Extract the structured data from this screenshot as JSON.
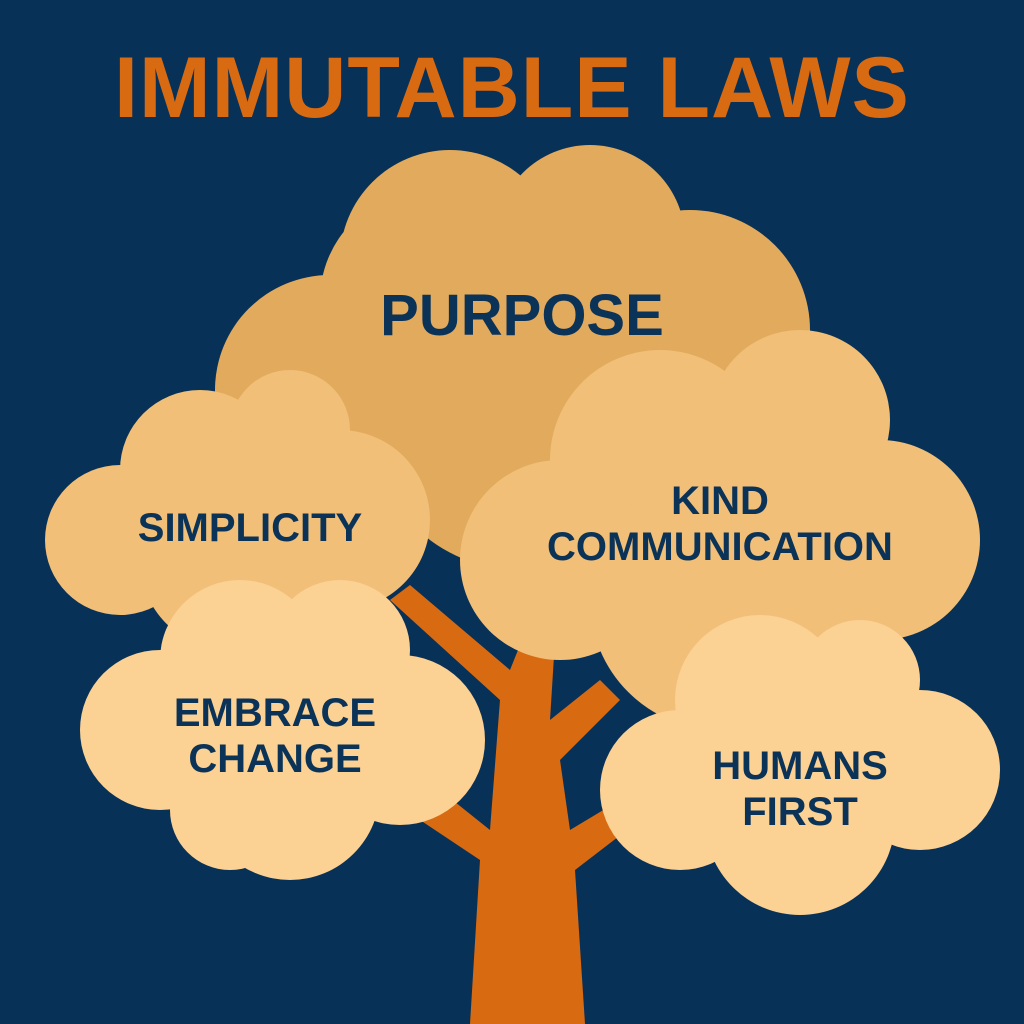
{
  "title": "IMMUTABLE LAWS",
  "colors": {
    "background": "#083158",
    "title": "#d86a12",
    "trunk": "#d86a12",
    "cloud_purpose": "#e2aa5c",
    "cloud_mid": "#f1bf78",
    "cloud_light": "#fbd194",
    "text": "#0b3358"
  },
  "clouds": [
    {
      "id": "purpose",
      "lines": [
        "PURPOSE"
      ]
    },
    {
      "id": "simplicity",
      "lines": [
        "SIMPLICITY"
      ]
    },
    {
      "id": "kind-communication",
      "lines": [
        "KIND",
        "COMMUNICATION"
      ]
    },
    {
      "id": "embrace-change",
      "lines": [
        "EMBRACE",
        "CHANGE"
      ]
    },
    {
      "id": "humans-first",
      "lines": [
        "HUMANS",
        "FIRST"
      ]
    }
  ]
}
